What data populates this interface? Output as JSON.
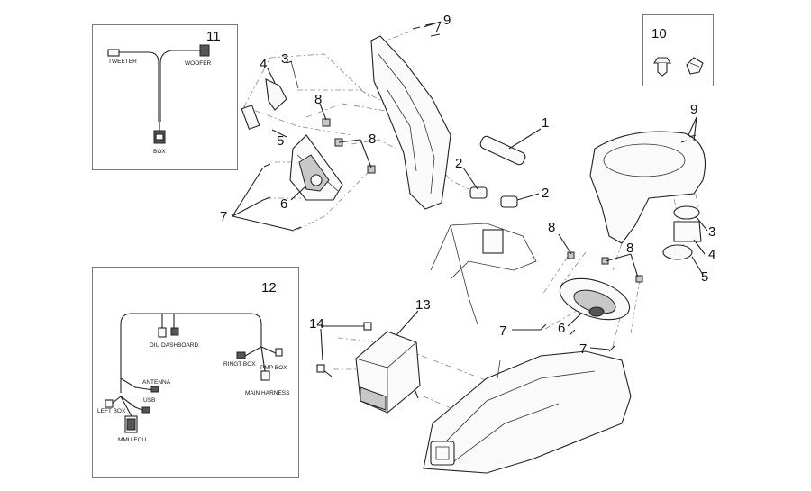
{
  "callouts": {
    "n1": "1",
    "n2a": "2",
    "n2b": "2",
    "n3a": "3",
    "n3b": "3",
    "n4a": "4",
    "n4b": "4",
    "n5a": "5",
    "n5b": "5",
    "n6a": "6",
    "n6b": "6",
    "n7a": "7",
    "n7b": "7",
    "n7c": "7",
    "n8a": "8",
    "n8b": "8",
    "n8c": "8",
    "n8d": "8",
    "n9a": "9",
    "n9b": "9",
    "n10": "10",
    "n11": "11",
    "n12": "12",
    "n13": "13",
    "n14": "14"
  },
  "harness11": {
    "tweeter": "TWEETER",
    "woofer": "WOOFER",
    "box": "BOX"
  },
  "harness12": {
    "diu_dashboard": "DIU DASHBOARD",
    "ringt_box": "RINGT BOX",
    "pmp_box": "PMP BOX",
    "antenna": "ANTENNA",
    "main_harness": "MAIN HARNESS",
    "usb": "USB",
    "left_box": "LEFT BOX",
    "mmu_ecu": "MMU ECU"
  }
}
